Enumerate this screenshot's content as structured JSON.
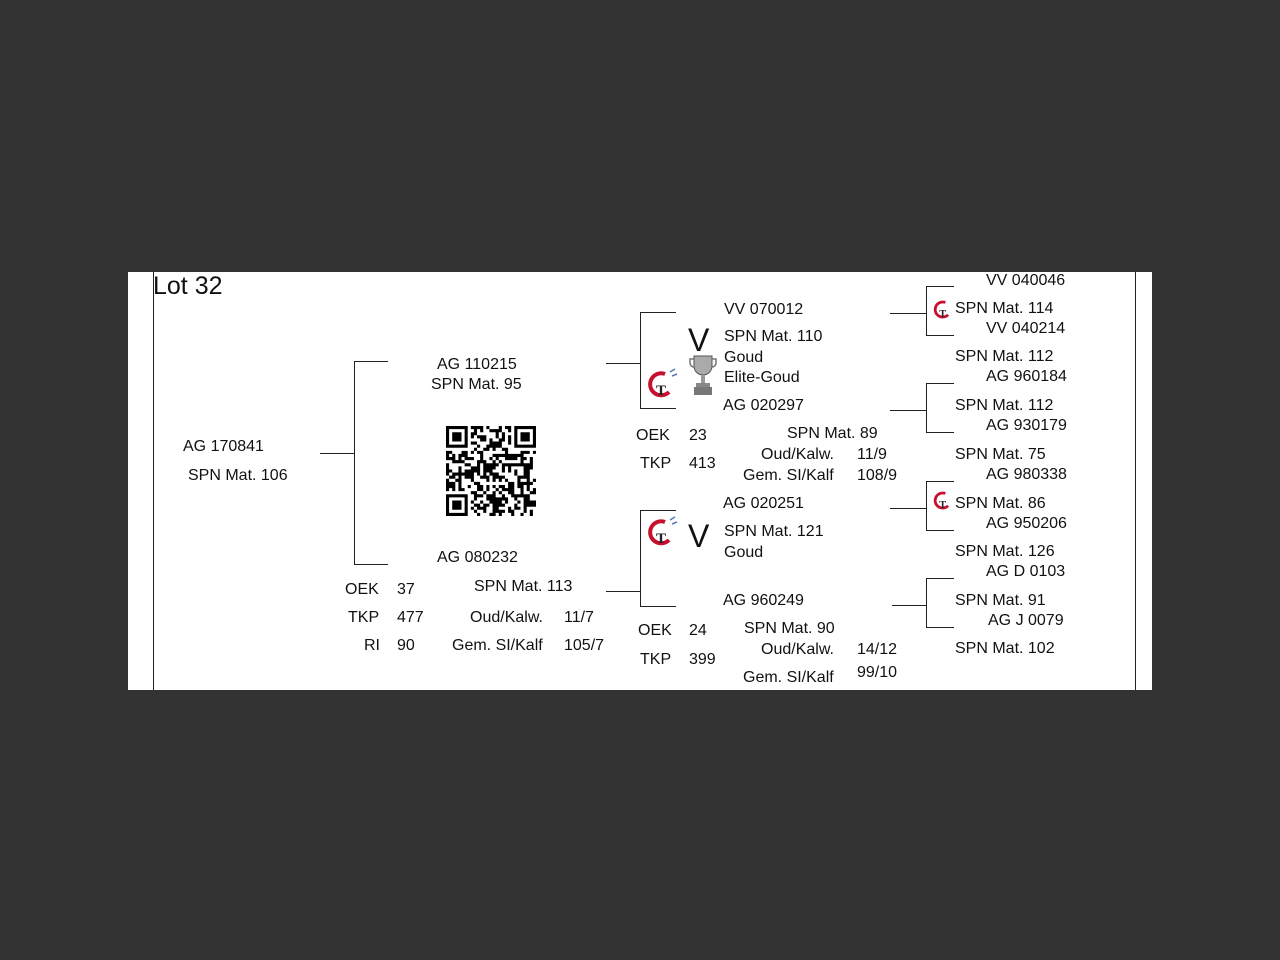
{
  "lot_title": "Lot 32",
  "subject": {
    "id": "AG  170841",
    "spn": "SPN Mat. 106"
  },
  "sire": {
    "id": "AG  110215",
    "spn": "SPN Mat. 95"
  },
  "dam": {
    "id": "AG  080232",
    "spn": "SPN Mat. 113",
    "stats": {
      "oek_label": "OEK",
      "oek_val": "37",
      "tkp_label": "TKP",
      "tkp_val": "477",
      "ri_label": "RI",
      "ri_val": "90",
      "oud_label": "Oud/Kalw.",
      "oud_val": "11/7",
      "gem_label": "Gem. SI/Kalf",
      "gem_val": "105/7"
    }
  },
  "ss": {
    "id": "VV  070012",
    "spn": "SPN Mat. 110",
    "award1": "Goud",
    "award2": "Elite-Goud",
    "mark": "V"
  },
  "sd": {
    "id": "AG  020297",
    "spn": "SPN Mat. 89",
    "oek_label": "OEK",
    "oek_val": "23",
    "tkp_label": "TKP",
    "tkp_val": "413",
    "oud_label": "Oud/Kalw.",
    "oud_val": "11/9",
    "gem_label": "Gem. SI/Kalf",
    "gem_val": "108/9"
  },
  "ds": {
    "id": "AG  020251",
    "spn": "SPN Mat. 121",
    "award1": "Goud",
    "mark": "V"
  },
  "dd": {
    "id": "AG  960249",
    "spn": "SPN Mat. 90",
    "oek_label": "OEK",
    "oek_val": "24",
    "tkp_label": "TKP",
    "tkp_val": "399",
    "oud_label": "Oud/Kalw.",
    "oud_val": "14/12",
    "gem_label": "Gem. SI/Kalf",
    "gem_val": "99/10"
  },
  "gen4": [
    {
      "id": "VV  040046",
      "spn": "SPN Mat. 114"
    },
    {
      "id": "VV  040214",
      "spn": "SPN Mat. 112"
    },
    {
      "id": "AG  960184",
      "spn": "SPN Mat. 112"
    },
    {
      "id": "AG  930179",
      "spn": "SPN Mat. 75"
    },
    {
      "id": "AG  980338",
      "spn": "SPN Mat. 86"
    },
    {
      "id": "AG  950206",
      "spn": "SPN Mat. 126"
    },
    {
      "id": "AG  D 0103",
      "spn": "SPN Mat. 91"
    },
    {
      "id": "AG  J 0079",
      "spn": "SPN Mat. 102"
    }
  ],
  "colors": {
    "logo_red": "#c8102e",
    "logo_blue": "#5a78b4",
    "ink": "#111111"
  },
  "icons": {
    "breeder_logo": "gt-logo-icon",
    "trophy": "trophy-icon",
    "qr": "qr-code"
  }
}
